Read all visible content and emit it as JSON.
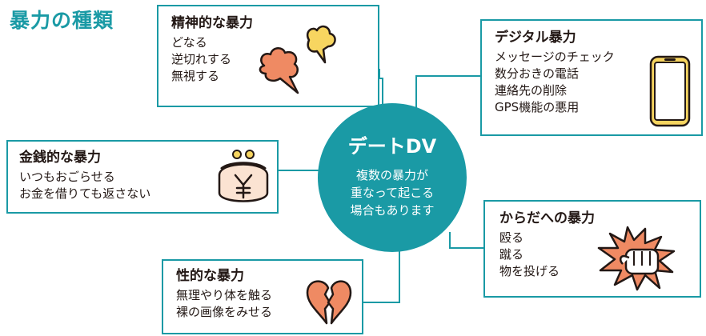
{
  "page_title": "暴力の種類",
  "center": {
    "title": "デートDV",
    "lines": [
      "複数の暴力が",
      "重なって起こる",
      "場合もあります"
    ]
  },
  "categories": {
    "mental": {
      "title": "精神的な暴力",
      "items": [
        "どなる",
        "逆切れする",
        "無視する"
      ]
    },
    "digital": {
      "title": "デジタル暴力",
      "items": [
        "メッセージのチェック",
        "数分おきの電話",
        "連絡先の削除",
        "GPS機能の悪用"
      ]
    },
    "money": {
      "title": "金銭的な暴力",
      "items": [
        "いつもおごらせる",
        "お金を借りても返さない"
      ]
    },
    "physical": {
      "title": "からだへの暴力",
      "items": [
        "殴る",
        "蹴る",
        "物を投げる"
      ]
    },
    "sexual": {
      "title": "性的な暴力",
      "items": [
        "無理やり体を触る",
        "裸の画像をみせる"
      ]
    }
  },
  "icons": {
    "mental": "anger-cloud-icon",
    "digital": "smartphone-icon",
    "money": "coin-purse-yen-icon",
    "physical": "punch-fist-icon",
    "sexual": "broken-heart-icon"
  },
  "colors": {
    "accent": "#1a9aa5",
    "illustration_fill": "#ef8a63",
    "illustration_yellow": "#f7d560",
    "purse_fill": "#fbe3d2",
    "text": "#231815"
  }
}
